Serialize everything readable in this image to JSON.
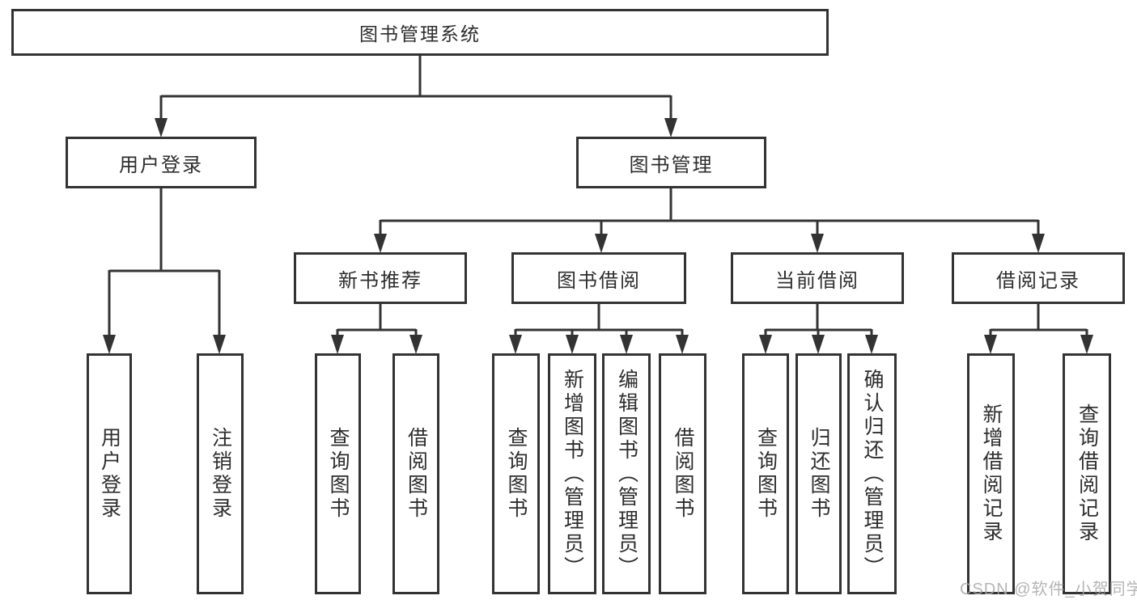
{
  "watermark": "CSDN @软件_小贺同学",
  "colors": {
    "line": "#333333",
    "border": "#333333",
    "text": "#2d2d2d",
    "background": "#ffffff",
    "watermark": "#a8a8a8"
  },
  "tree": {
    "root": {
      "label": "图书管理系统"
    },
    "branches": [
      {
        "label": "用户登录",
        "leaves": [
          "用户登录",
          "注销登录"
        ]
      },
      {
        "label": "图书管理",
        "sections": [
          {
            "label": "新书推荐",
            "leaves": [
              "查询图书",
              "借阅图书"
            ]
          },
          {
            "label": "图书借阅",
            "leaves": [
              "查询图书",
              "新增图书（管理员）",
              "编辑图书（管理员）",
              "借阅图书"
            ]
          },
          {
            "label": "当前借阅",
            "leaves": [
              "查询图书",
              "归还图书",
              "确认归还（管理员）"
            ]
          },
          {
            "label": "借阅记录",
            "leaves": [
              "新增借阅记录",
              "查询借阅记录"
            ]
          }
        ]
      }
    ]
  }
}
